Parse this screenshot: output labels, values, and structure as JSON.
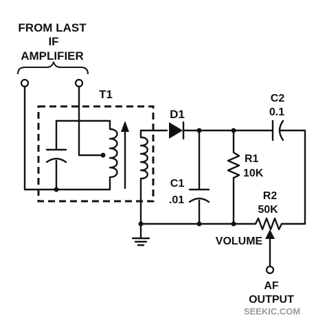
{
  "labels": {
    "input_line1": "FROM LAST",
    "input_line2": "IF",
    "input_line3": "AMPLIFIER",
    "transformer": "T1",
    "diode": "D1",
    "c1_name": "C1",
    "c1_value": ".01",
    "c2_name": "C2",
    "c2_value": "0.1",
    "r1_name": "R1",
    "r1_value": "10K",
    "r2_name": "R2",
    "r2_value": "50K",
    "volume": "VOLUME",
    "output_line1": "AF",
    "output_line2": "OUTPUT",
    "watermark": "SEEKIC.COM"
  },
  "colors": {
    "ink": "#111111",
    "background": "#ffffff",
    "watermark": "#9a9a9a"
  }
}
